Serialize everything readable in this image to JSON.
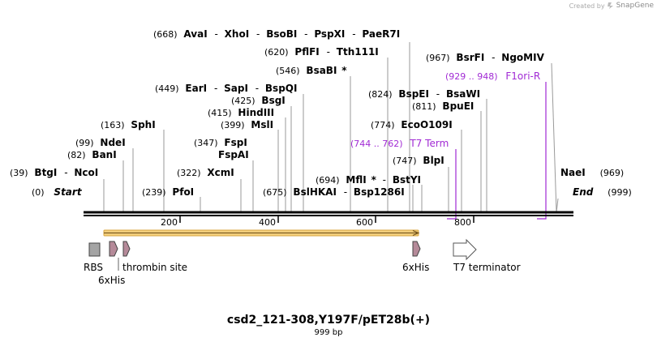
{
  "credit": {
    "text": "Created by",
    "brand": "SnapGene"
  },
  "title": "csd2_121-308,Y197F/pET28b(+)",
  "length_label": "999 bp",
  "sequence_length": 999,
  "ruler_ticks": [
    "200",
    "400",
    "600",
    "800"
  ],
  "site_labels": [
    {
      "id": "ava",
      "pos": "(668)",
      "name": "AvaI",
      "sep": "-"
    },
    {
      "id": "xho",
      "name": "XhoI",
      "sep": "-"
    },
    {
      "id": "bso",
      "name": "BsoBI",
      "sep": "-"
    },
    {
      "id": "psp",
      "name": "PspXI",
      "sep": "-"
    },
    {
      "id": "pae",
      "name": "PaeR7I"
    },
    {
      "id": "pfl",
      "pos": "(620)",
      "name": "PflFI",
      "sep": "-"
    },
    {
      "id": "tth",
      "name": "Tth111I"
    },
    {
      "id": "bsabi",
      "pos": "(546)",
      "name": "BsaBI",
      "star": "*"
    },
    {
      "id": "ear",
      "pos": "(449)",
      "name": "EarI",
      "sep": "-"
    },
    {
      "id": "sap",
      "name": "SapI",
      "sep": "-"
    },
    {
      "id": "bspqi",
      "name": "BspQI"
    },
    {
      "id": "bsgi",
      "pos": "(425)",
      "name": "BsgI"
    },
    {
      "id": "hind",
      "pos": "(415)",
      "name": "HindIII"
    },
    {
      "id": "msl",
      "pos": "(399)",
      "name": "MslI"
    },
    {
      "id": "sph",
      "pos": "(163)",
      "name": "SphI"
    },
    {
      "id": "nde",
      "pos": "(99)",
      "name": "NdeI"
    },
    {
      "id": "ban",
      "pos": "(82)",
      "name": "BanI"
    },
    {
      "id": "btg",
      "pos": "(39)",
      "name": "BtgI",
      "sep": "-"
    },
    {
      "id": "nco",
      "name": "NcoI"
    },
    {
      "id": "start",
      "pos": "(0)",
      "name": "Start",
      "italic": true
    },
    {
      "id": "fsp",
      "pos": "(347)",
      "name": "FspI"
    },
    {
      "id": "fspai",
      "name": "FspAI"
    },
    {
      "id": "xcm",
      "pos": "(322)",
      "name": "XcmI"
    },
    {
      "id": "pfo",
      "pos": "(239)",
      "name": "PfoI"
    },
    {
      "id": "bsl",
      "pos": "(675)",
      "name": "BslHKAI",
      "sep": "-"
    },
    {
      "id": "bsp1286",
      "name": "Bsp1286I"
    },
    {
      "id": "mfl",
      "pos": "(694)",
      "name": "MflI",
      "star": "*",
      "sep": "-"
    },
    {
      "id": "bsty",
      "name": "BstYI"
    },
    {
      "id": "blp",
      "pos": "(747)",
      "name": "BlpI"
    },
    {
      "id": "eco",
      "pos": "(774)",
      "name": "EcoO109I"
    },
    {
      "id": "bpu",
      "pos": "(811)",
      "name": "BpuEI"
    },
    {
      "id": "bspei",
      "pos": "(824)",
      "name": "BspEI",
      "sep": "-"
    },
    {
      "id": "bsaw",
      "name": "BsaWI"
    },
    {
      "id": "bsrfi",
      "pos": "(967)",
      "name": "BsrFI",
      "sep": "-"
    },
    {
      "id": "ngo",
      "name": "NgoMIV"
    },
    {
      "id": "nae",
      "name": "NaeI",
      "pos_after": "(969)"
    },
    {
      "id": "end",
      "name": "End",
      "italic": true,
      "pos_after": "(999)"
    }
  ],
  "primers": [
    {
      "id": "t7term",
      "range": "(744 .. 762)",
      "name": "T7 Term"
    },
    {
      "id": "f1ori",
      "range": "(929 .. 948)",
      "name": "F1ori-R"
    }
  ],
  "features": [
    {
      "id": "rbs",
      "label": "RBS"
    },
    {
      "id": "his1",
      "label": "6xHis"
    },
    {
      "id": "thrombin",
      "label": "thrombin site"
    },
    {
      "id": "his2",
      "label": "6xHis"
    },
    {
      "id": "t7",
      "label": "T7 terminator"
    }
  ],
  "colors": {
    "backbone": "#000000",
    "cds_fill": "#f2ce7c",
    "cds_border": "#d8a640",
    "rbs_fill": "#a4a4a4",
    "his_fill": "#b58a99",
    "primer": "#a12ad4",
    "site_line": "#9a9a9a",
    "terminator_fill": "#ffffff"
  }
}
